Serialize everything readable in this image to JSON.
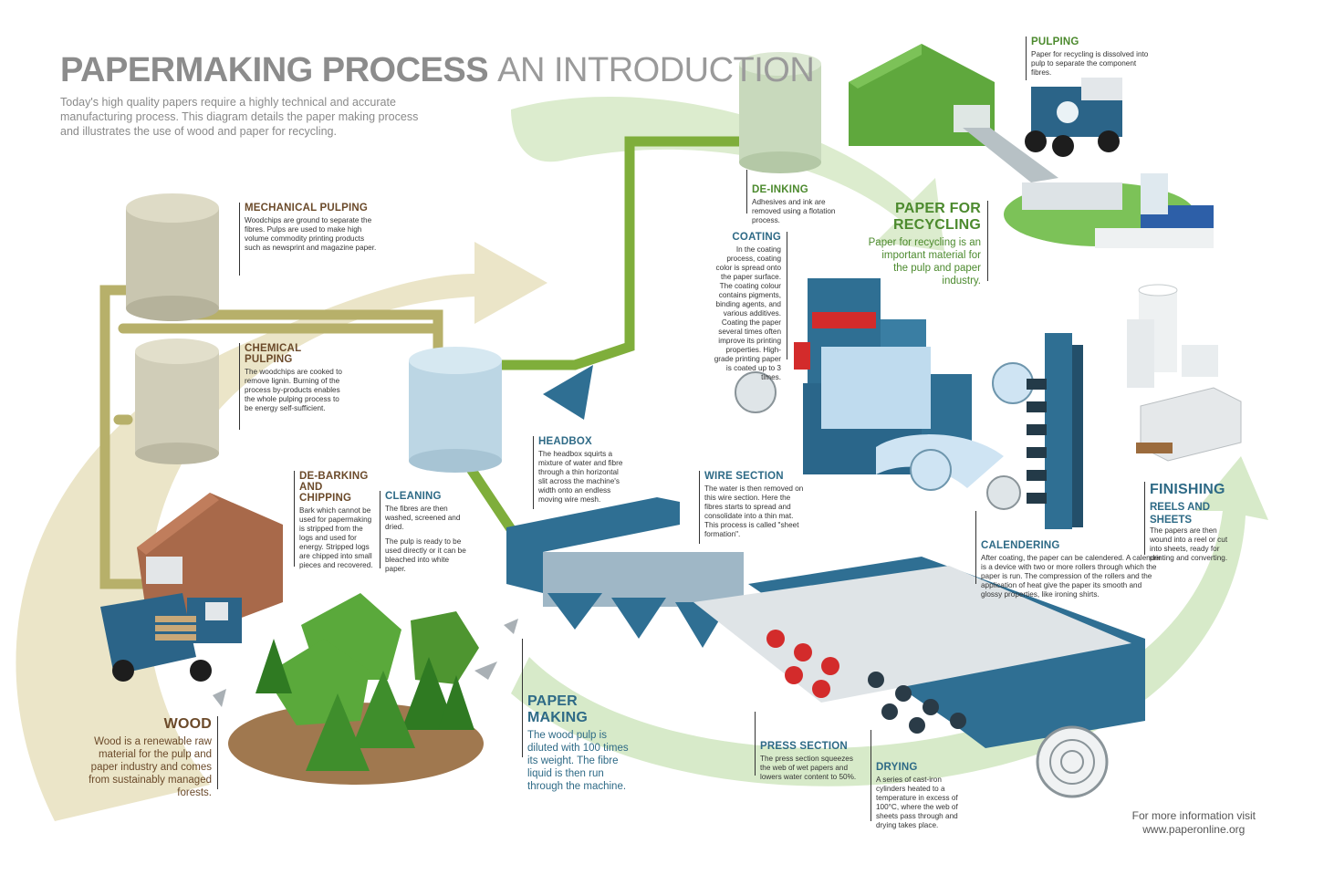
{
  "header": {
    "title_bold": "PAPERMAKING PROCESS",
    "title_light": "AN INTRODUCTION",
    "intro": "Today's high quality papers require a highly technical and accurate manufacturing process. This diagram details the paper making process and illustrates the use of wood and paper for recycling."
  },
  "stages": {
    "mechanical_pulping": {
      "title": "MECHANICAL PULPING",
      "text": "Woodchips are ground to separate the fibres. Pulps are used to make high volume commodity printing products such as newsprint and magazine paper."
    },
    "chemical_pulping": {
      "title": "CHEMICAL PULPING",
      "text": "The woodchips are cooked to remove lignin. Burning of the process by-products enables the whole pulping process to be energy self-sufficient."
    },
    "debarking": {
      "title": "DE-BARKING AND CHIPPING",
      "text": "Bark which cannot be used for papermaking is stripped from the logs and used for energy. Stripped logs are chipped into small pieces and recovered."
    },
    "cleaning": {
      "title": "CLEANING",
      "text": "The fibres are then washed, screened and dried.",
      "text2": "The pulp is ready to be used directly or it can be bleached into white paper."
    },
    "headbox": {
      "title": "HEADBOX",
      "text": "The headbox squirts a mixture of water and fibre through a thin horizontal slit across the machine's width onto an endless moving wire mesh."
    },
    "wire_section": {
      "title": "WIRE SECTION",
      "text": "The water is then removed on this wire section. Here the fibres starts to spread and consolidate into a thin mat. This process is called \"sheet formation\"."
    },
    "deinking": {
      "title": "DE-INKING",
      "text": "Adhesives and ink are removed using a flotation process."
    },
    "pulping": {
      "title": "PULPING",
      "text": "Paper for recycling is dissolved into pulp to separate the component fibres."
    },
    "recycling": {
      "title": "PAPER FOR RECYCLING",
      "text": "Paper for recycling is an important material for the pulp and paper industry."
    },
    "coating": {
      "title": "COATING",
      "text": "In the coating process, coating color is spread onto the paper surface. The coating colour contains pigments, binding agents, and various additives. Coating the paper several times often improve its printing properties. High-grade printing paper is coated up to 3 times."
    },
    "finishing": {
      "title": "FINISHING",
      "subtitle": "REELS AND SHEETS",
      "text": "The papers are then wound into a reel or cut into sheets, ready for printing and converting."
    },
    "calendering": {
      "title": "CALENDERING",
      "text": "After coating, the paper can be calendered. A calender is a device with two or more rollers through which the paper is run. The compression of the rollers and the application of heat give the paper its smooth and glossy properties, like ironing shirts."
    },
    "paper_making": {
      "title": "PAPER MAKING",
      "text": "The wood pulp is diluted with 100 times its weight. The fibre liquid is then run through the machine."
    },
    "press_section": {
      "title": "PRESS SECTION",
      "text": "The press section squeezes the web of wet papers and lowers water content to 50%."
    },
    "drying": {
      "title": "DRYING",
      "text": "A series of cast-iron cylinders heated to a temperature in excess of 100°C, where the web of sheets pass through and drying takes place."
    },
    "wood": {
      "title": "WOOD",
      "text": "Wood is a renewable raw material for the pulp and paper industry and comes from sustainably managed forests."
    }
  },
  "footer": {
    "line1": "For more information visit",
    "line2": "www.paperonline.org"
  },
  "colors": {
    "brown": "#6b4a2a",
    "blue": "#2e6a86",
    "green": "#4c8a2e",
    "tan_arrow": "#e8e2c6",
    "green_arrow": "#d7eac9",
    "machine_blue": "#2f6f93"
  }
}
